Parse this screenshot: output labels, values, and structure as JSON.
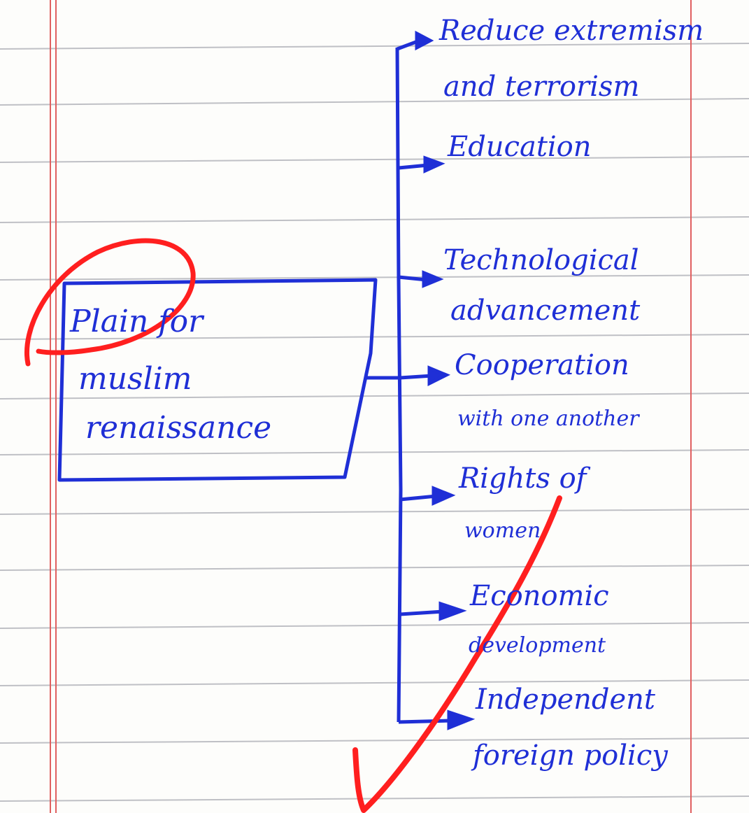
{
  "colors": {
    "ink": "#1f2fd6",
    "marker": "#ff1f1f",
    "ruling": "#bfc0c5",
    "margin": "#e06060",
    "paper": "#fdfdfb"
  },
  "center_box": {
    "line1": "Plain for",
    "line2": "muslim",
    "line3": "renaissance"
  },
  "branches": [
    {
      "line1": "Reduce extremism",
      "line2": "and terrorism"
    },
    {
      "line1": "Education",
      "line2": ""
    },
    {
      "line1": "Technological",
      "line2": "advancement"
    },
    {
      "line1": "Cooperation",
      "line2": "with one another"
    },
    {
      "line1": "Rights of",
      "line2": "women"
    },
    {
      "line1": "Economic",
      "line2": "development"
    },
    {
      "line1": "Independent",
      "line2": "foreign policy"
    }
  ],
  "marks": {
    "circle": "red-circle-mark",
    "tick": "red-check-mark"
  }
}
